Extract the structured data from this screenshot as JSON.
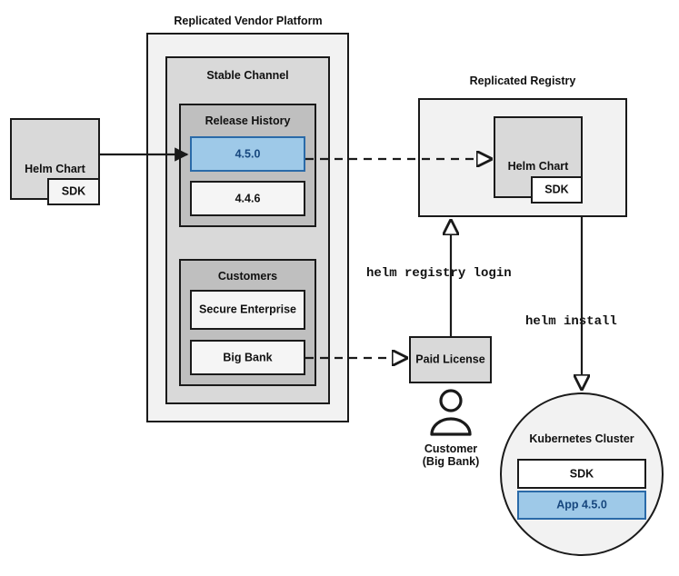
{
  "diagram": {
    "source_helm_chart": {
      "title": "Helm Chart",
      "sdk_label": "SDK"
    },
    "vendor_platform": {
      "title": "Replicated Vendor Platform",
      "channel": {
        "title": "Stable Channel",
        "release_history": {
          "title": "Release History",
          "releases": [
            {
              "version": "4.5.0",
              "highlighted": true
            },
            {
              "version": "4.4.6",
              "highlighted": false
            }
          ]
        },
        "customers": {
          "title": "Customers",
          "items": [
            {
              "name": "Secure\nEnterprise"
            },
            {
              "name": "Big Bank"
            }
          ]
        }
      }
    },
    "registry": {
      "title": "Replicated Registry",
      "helm_chart": {
        "title": "Helm Chart",
        "sdk_label": "SDK"
      }
    },
    "paid_license": {
      "title": "Paid\nLicense"
    },
    "customer": {
      "icon": "person-icon",
      "caption": "Customer\n(Big Bank)"
    },
    "cluster": {
      "title": "Kubernetes Cluster",
      "components": [
        {
          "label": "SDK",
          "highlighted": false
        },
        {
          "label": "App 4.5.0",
          "highlighted": true
        }
      ]
    },
    "commands": [
      {
        "id": "registry-login",
        "text": "helm registry login"
      },
      {
        "id": "helm-install",
        "text": "helm install"
      }
    ],
    "colors": {
      "accent_blue_fill": "#9ec9e8",
      "accent_blue_border": "#2a6aa8",
      "accent_blue_text": "#17477e",
      "stroke": "#1a1a1a"
    }
  }
}
